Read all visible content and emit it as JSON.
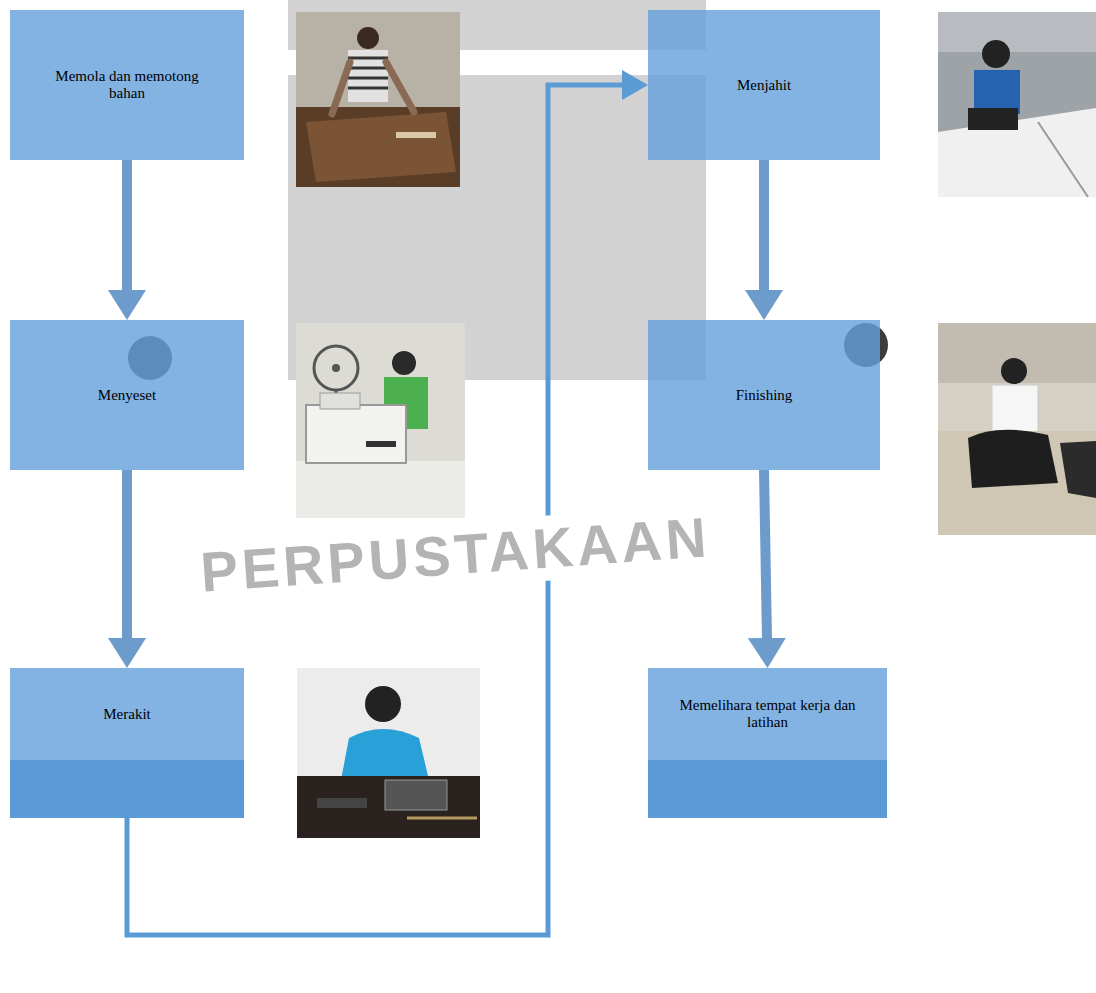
{
  "diagram": {
    "nodes": [
      {
        "text": [
          "Memola dan memotong bahan"
        ]
      },
      {
        "text": [
          "Menyeset"
        ]
      },
      {
        "text": [
          "Merakit"
        ]
      },
      {
        "text": [
          "Menjahit"
        ]
      },
      {
        "text": [
          "Finishing"
        ]
      },
      {
        "text": [
          "Memelihara tempat kerja dan latihan"
        ]
      }
    ],
    "edges": [
      {
        "from": 0,
        "to": 1,
        "arrow": "to"
      },
      {
        "from": 1,
        "to": 2,
        "arrow": "to"
      },
      {
        "from": 2,
        "to": 3,
        "arrow": "to"
      },
      {
        "from": 3,
        "to": 4,
        "arrow": "to"
      },
      {
        "from": 4,
        "to": 5,
        "arrow": "to"
      }
    ],
    "labels": [
      "PERPUSTAKAAN"
    ]
  }
}
